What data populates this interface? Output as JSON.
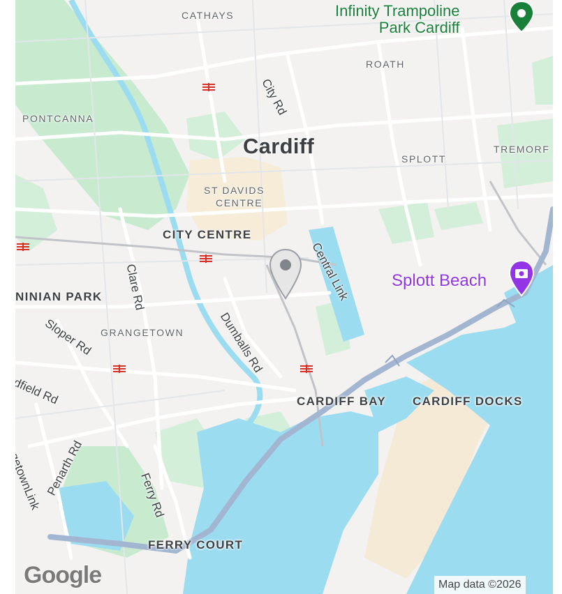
{
  "map": {
    "city_label": "Cardiff",
    "districts": {
      "cathays": "CATHAYS",
      "roath": "ROATH",
      "pontcanna": "PONTCANNA",
      "splott": "SPLOTT",
      "tremorfa": "TREMORF",
      "st_davids": "ST DAVIDS",
      "st_davids_2": "CENTRE",
      "city_centre": "CITY CENTRE",
      "ninian_park": "NINIAN PARK",
      "grangetown": "GRANGETOWN",
      "cardiff_bay": "CARDIFF BAY",
      "cardiff_docks": "CARDIFF DOCKS",
      "ferry_court": "FERRY COURT"
    },
    "roads": {
      "city_rd": "City Rd",
      "central_link": "Central Link",
      "clare_rd": "Clare Rd",
      "dumballs_rd": "Dumballs Rd",
      "sloper_rd": "Sloper Rd",
      "bradfield_rd": "adfield Rd",
      "penarth_rd": "Penarth Rd",
      "grangetown_link": "GrangetownLink",
      "ferry_rd": "Ferry Rd"
    },
    "pois": {
      "trampoline_line1": "Infinity Trampoline",
      "trampoline_line2": "Park Cardiff",
      "splott_beach": "Splott Beach"
    },
    "attribution": "Map data ©2026",
    "logo": "Google",
    "colors": {
      "water": "#9cdcf0",
      "park": "#c8ebd0",
      "land": "#f3f2f0",
      "road": "#ffffff",
      "major_road": "#a3b6d1",
      "rail_icon": "#d93025",
      "poi_green": "#188038",
      "poi_purple": "#9334e6"
    },
    "icons": {
      "rail": "rail-station-icon",
      "pin": "location-pin-icon",
      "poi_green": "park-pin-icon",
      "poi_purple": "camera-pin-icon"
    }
  }
}
